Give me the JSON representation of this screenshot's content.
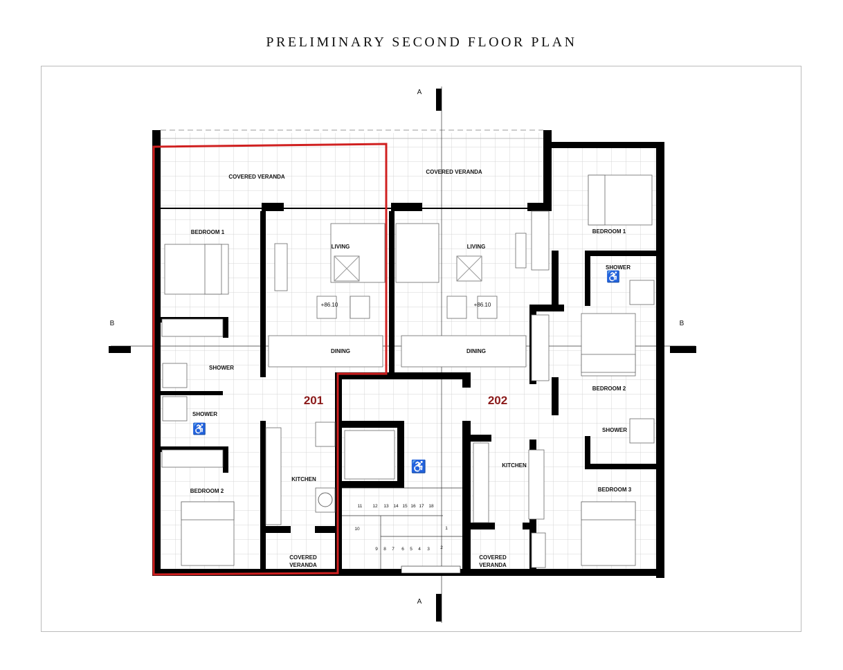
{
  "title": "PRELIMINARY SECOND FLOOR PLAN",
  "colors": {
    "unit_outline": "#d02020",
    "unit_number": "#8b1a1a",
    "walls": "#000000",
    "grid": "#d4d4d4"
  },
  "section_markers": {
    "a_top": "A",
    "a_bottom": "A",
    "b_left": "B",
    "b_right": "B"
  },
  "units": {
    "unit_201": "201",
    "unit_202": "202"
  },
  "rooms": [
    "COVERED VERANDA",
    "COVERED VERANDA",
    "BEDROOM 1",
    "LIVING",
    "LIVING",
    "BEDROOM 1",
    "SHOWER",
    "+86.10",
    "+86.10",
    "DINING",
    "DINING",
    "SHOWER",
    "BEDROOM 2",
    "SHOWER",
    "SHOWER",
    "KITCHEN",
    "KITCHEN",
    "BEDROOM 2",
    "BEDROOM 3"
  ],
  "verandas_bottom": [
    {
      "line1": "COVERED",
      "line2": "VERANDA"
    },
    {
      "line1": "COVERED",
      "line2": "VERANDA"
    }
  ],
  "stair_steps": [
    "1",
    "2",
    "3",
    "4",
    "5",
    "6",
    "7",
    "8",
    "9",
    "10",
    "11",
    "12",
    "13",
    "14",
    "15",
    "16",
    "17",
    "18"
  ]
}
